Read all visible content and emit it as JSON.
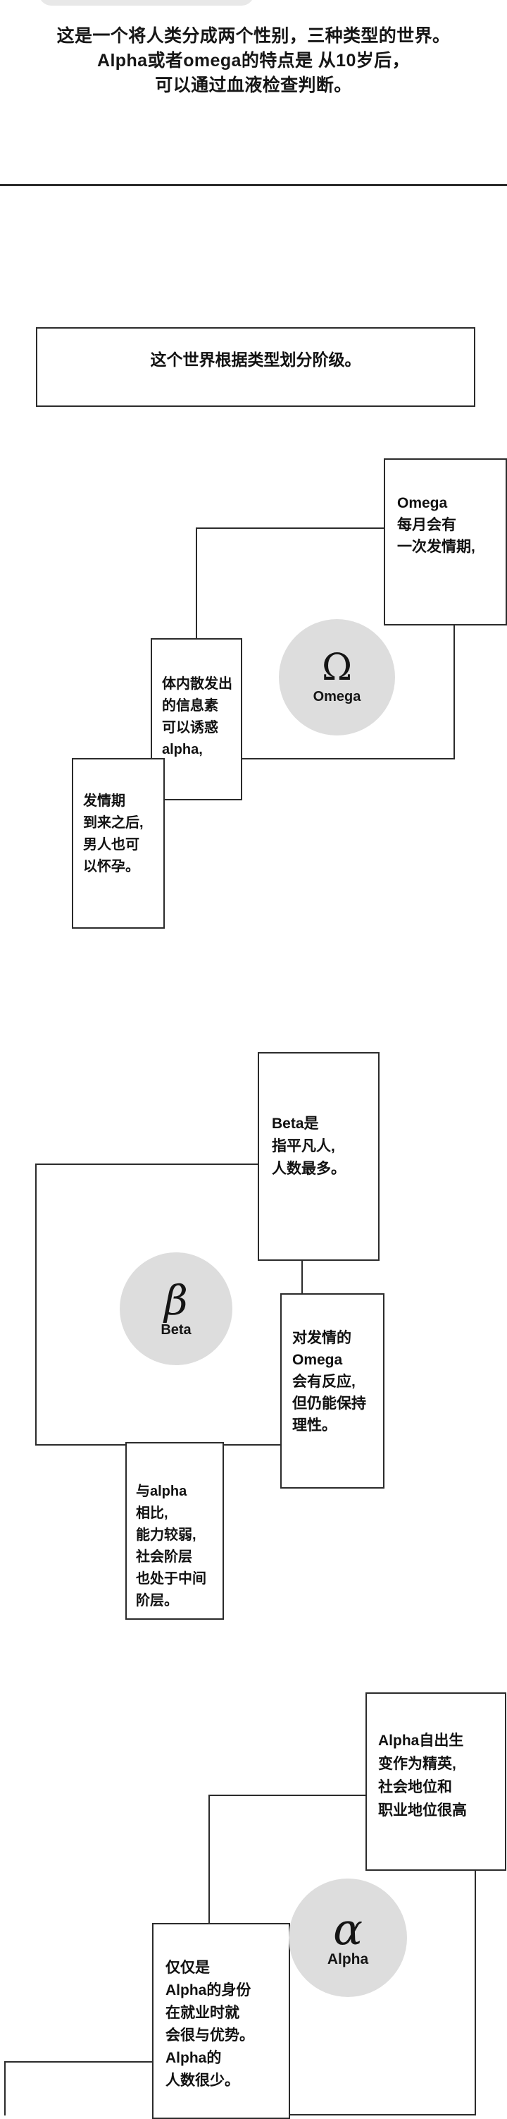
{
  "intro": {
    "line1": "这是一个将人类分成两个性别，三种类型的世界。",
    "line2": "Alpha或者omega的特点是 从10岁后，",
    "line3": "可以通过血液检查判断。"
  },
  "hierarchy_box": {
    "text": "这个世界根据类型划分阶级。"
  },
  "types": [
    {
      "id": "omega",
      "symbol": "Ω",
      "name": "Omega",
      "circle_color": "#dddddd",
      "boxes": [
        {
          "name": "omega-top",
          "text": "Omega\n每月会有\n一次发情期,"
        },
        {
          "name": "omega-mid",
          "text": "体内散发出\n的信息素\n可以诱惑\nalpha,"
        },
        {
          "name": "omega-bot",
          "text": "发情期\n到来之后,\n男人也可\n以怀孕。"
        }
      ]
    },
    {
      "id": "beta",
      "symbol": "β",
      "name": "Beta",
      "circle_color": "#dddddd",
      "boxes": [
        {
          "name": "beta-top",
          "text": "Beta是\n指平凡人,\n人数最多。"
        },
        {
          "name": "beta-mid",
          "text": "对发情的\nOmega\n会有反应,\n但仍能保持\n理性。"
        },
        {
          "name": "beta-bot",
          "text": "与alpha\n相比,\n能力较弱,\n社会阶层\n也处于中间\n阶层。"
        }
      ]
    },
    {
      "id": "alpha",
      "symbol": "α",
      "name": "Alpha",
      "circle_color": "#dddddd",
      "boxes": [
        {
          "name": "alpha-top",
          "text": "Alpha自出生\n变作为精英,\n社会地位和\n职业地位很高"
        },
        {
          "name": "alpha-bot",
          "text": "仅仅是\nAlpha的身份\n在就业时就\n会很与优势。\nAlpha的\n人数很少。"
        }
      ]
    }
  ],
  "colors": {
    "line": "#2b2b2b",
    "text": "#111111",
    "background": "#ffffff",
    "bubble": "#e8e8e8"
  }
}
